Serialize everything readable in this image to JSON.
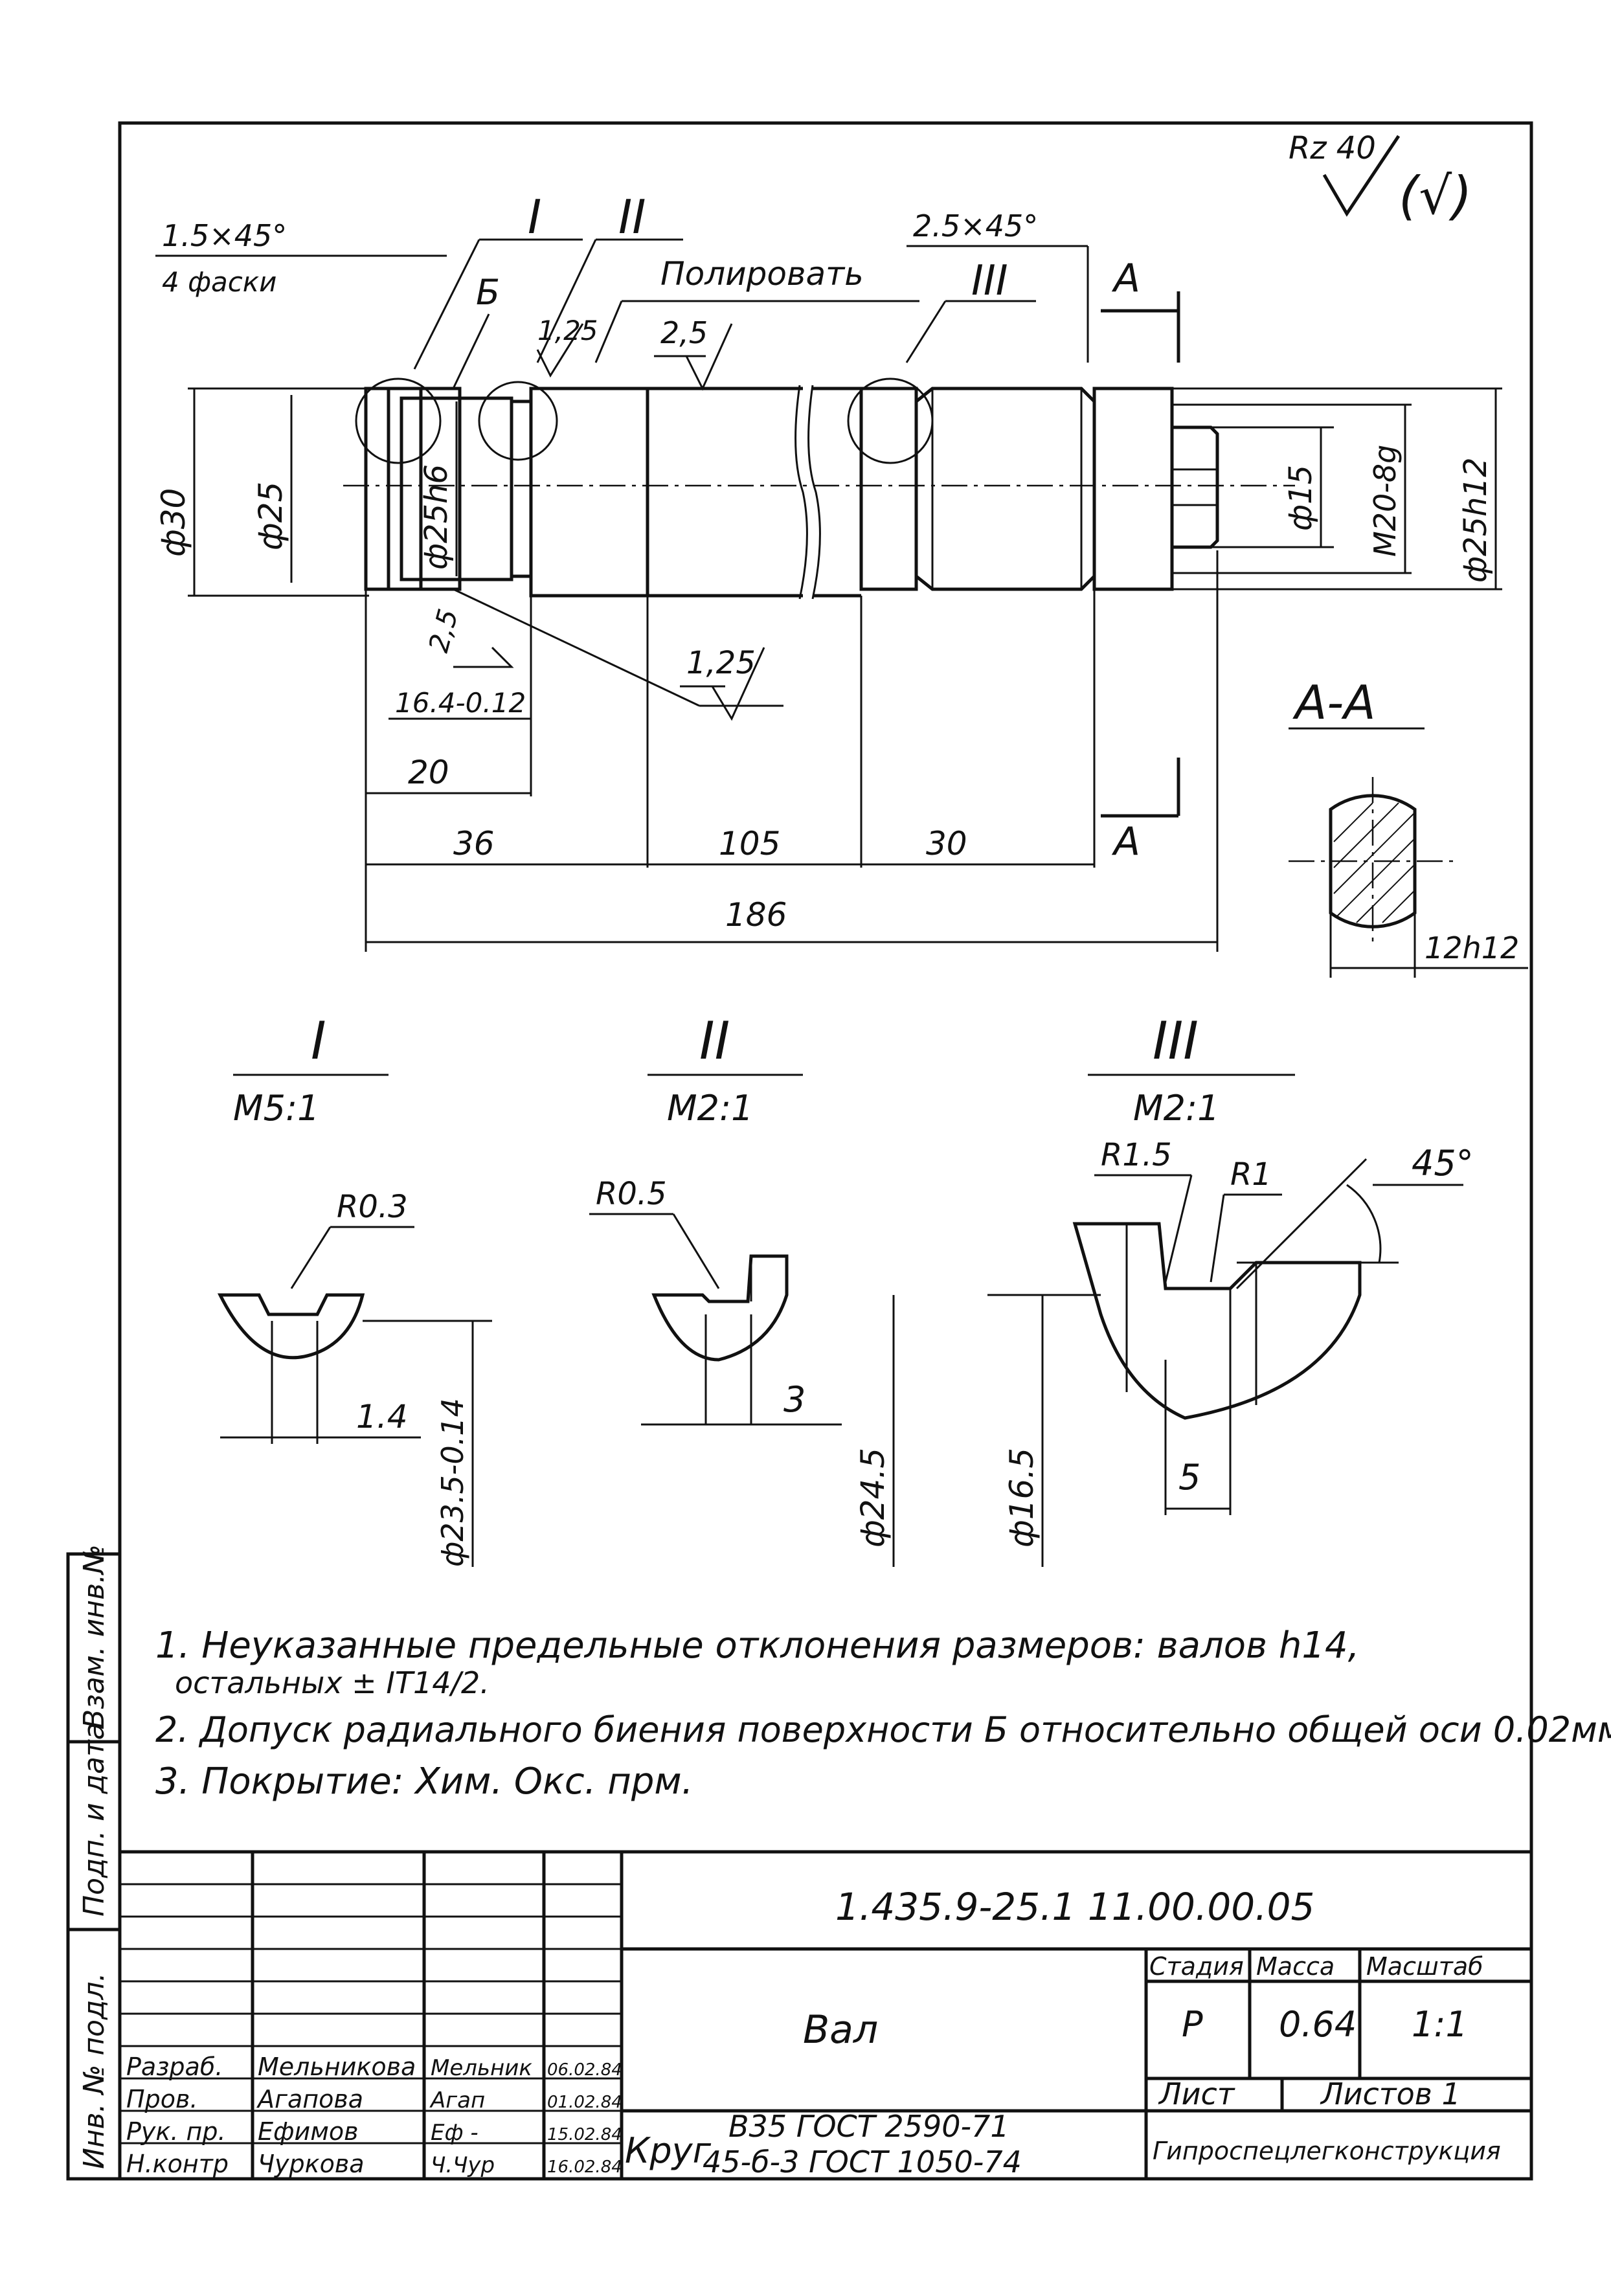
{
  "roughness": {
    "general": "Rz 40",
    "paren": "(√)"
  },
  "views": {
    "marker_i": "I",
    "marker_ii": "II",
    "marker_iii": "III",
    "section_a_label": "А",
    "section_title": "А-А",
    "surface_b": "Б"
  },
  "main_view": {
    "chamfer_left": "1.5×45°",
    "chamfer_left_note": "4 фаски",
    "chamfer_right": "2.5×45°",
    "polish_note": "Полировать",
    "rough_125_a": "1,25",
    "rough_25_a": "2,5",
    "rough_25_b": "2,5",
    "rough_125_b": "1,25",
    "dia_30": "ф30",
    "dia_25": "ф25",
    "dia_25h6": "ф25h6",
    "dia_15": "ф15",
    "thread": "М20-8g",
    "dia_25h12": "ф25h12",
    "dim_16": "16.4-0.12",
    "dim_20": "20",
    "dim_36": "36",
    "dim_105": "105",
    "dim_30": "30",
    "dim_186": "186",
    "dim_12h12": "12h12"
  },
  "details": [
    {
      "id": "I",
      "scale": "М5:1",
      "radius": "R0.3",
      "width": "1.4",
      "diameter": "ф23.5-0.14"
    },
    {
      "id": "II",
      "scale": "М2:1",
      "radius": "R0.5",
      "width": "3",
      "diameter": "ф24.5"
    },
    {
      "id": "III",
      "scale": "М2:1",
      "radius": "R1.5",
      "radius2": "R1",
      "angle": "45°",
      "width": "5",
      "diameter": "ф16.5"
    }
  ],
  "notes": [
    "1. Неуказанные предельные отклонения размеров: валов h14,",
    "остальных ± IT14/2.",
    "2. Допуск радиального биения поверхности Б относительно общей оси 0.02мм",
    "3. Покрытие:  Хим. Окс.  прм."
  ],
  "side_stamp": [
    "Взам. инв.№",
    "Подп. и дата",
    "Инв. № подл."
  ],
  "title_block": {
    "designation": "1.435.9-25.1  11.00.00.05",
    "part_name": "Вал",
    "head_stage": "Стадия",
    "head_mass": "Масса",
    "head_scale": "Масштаб",
    "stage": "Р",
    "mass": "0.64",
    "scale": "1:1",
    "sheet": "Лист",
    "sheets": "Листов 1",
    "material_label": "Круг",
    "material_line1": "В35 ГОСТ 2590-71",
    "material_line2": "45-б-3 ГОСТ 1050-74",
    "organization": "Гипроспецлегконструкция",
    "signers": [
      {
        "role": "Разраб.",
        "name": "Мельникова",
        "sig": "Мельник",
        "date": "06.02.84"
      },
      {
        "role": "Пров.",
        "name": "Агапова",
        "sig": "Агап",
        "date": "01.02.84"
      },
      {
        "role": "Рук. пр.",
        "name": "Ефимов",
        "sig": "Еф -",
        "date": "15.02.84"
      },
      {
        "role": "Н.контр",
        "name": "Чуркова",
        "sig": "Ч.Чур",
        "date": "16.02.84"
      }
    ]
  }
}
